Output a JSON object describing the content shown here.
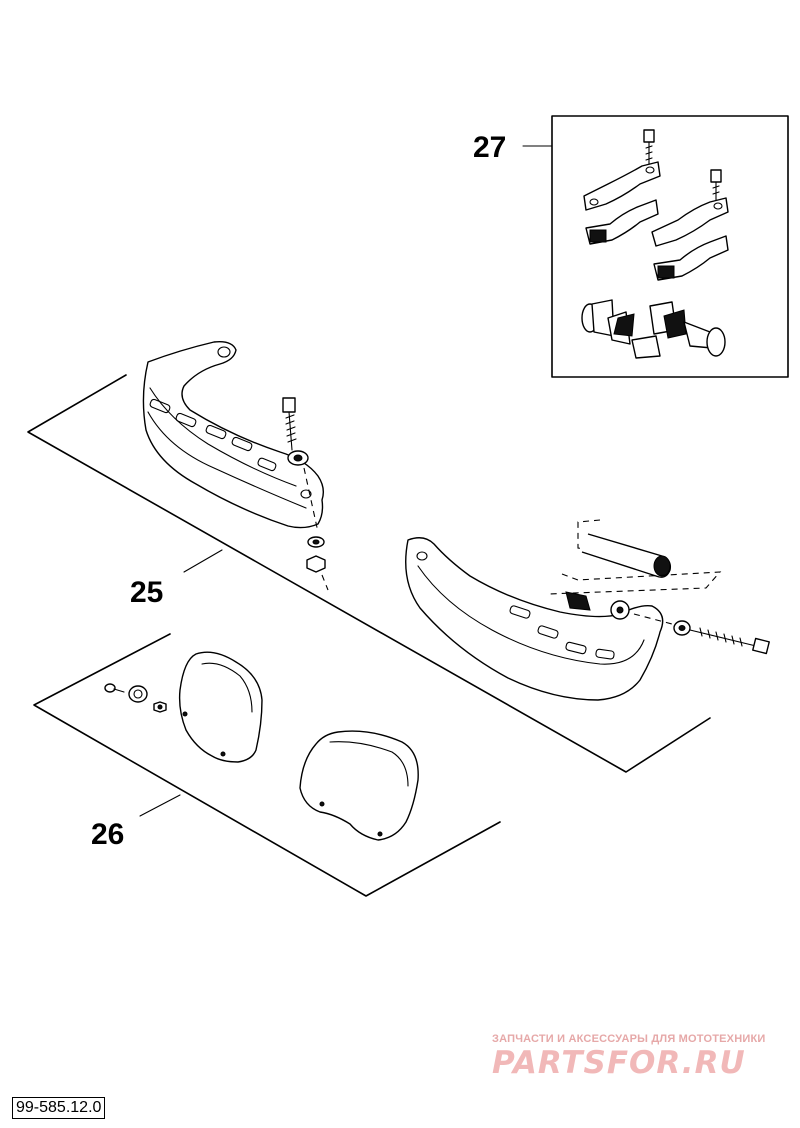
{
  "callouts": {
    "item_25": "25",
    "item_26": "26",
    "item_27": "27"
  },
  "reference_number": "99-585.12.0",
  "watermark": {
    "tagline": "ЗАПЧАСТИ И АКСЕССУАРЫ ДЛЯ МОТОТЕХНИКИ",
    "logo": "PARTSFOR.RU"
  },
  "colors": {
    "line": "#000000",
    "background": "#ffffff",
    "watermark": "#f1b8b8"
  }
}
